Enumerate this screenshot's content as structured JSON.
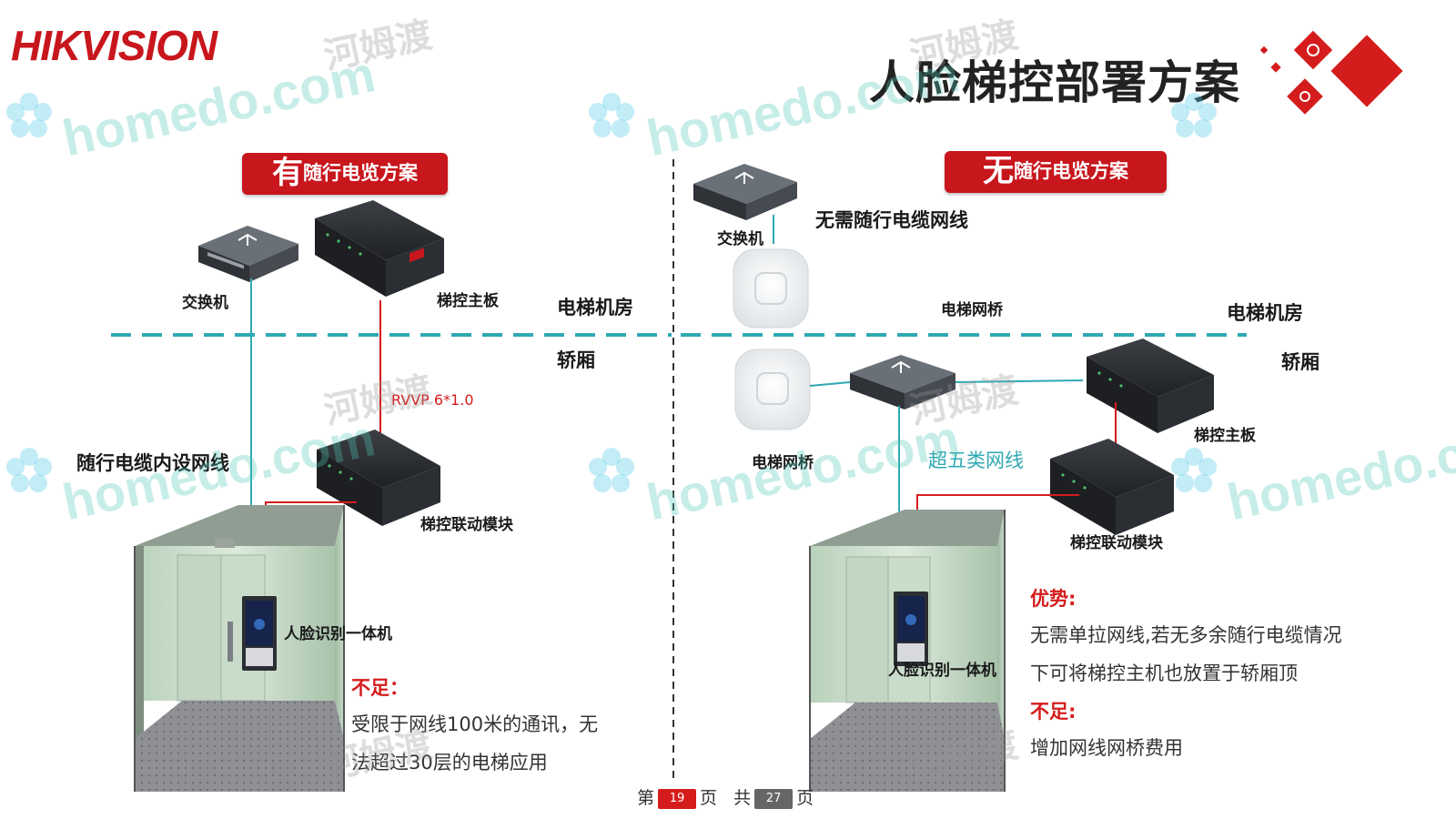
{
  "brand": {
    "logo": "HIKVISION"
  },
  "slide": {
    "title": "人脸梯控部署方案"
  },
  "left": {
    "banner_big": "有",
    "banner_small": "随行电览方案",
    "switch_label": "交换机",
    "controller_label": "梯控主板",
    "machine_room": "电梯机房",
    "car": "轿厢",
    "cable_label": "RVVP 6*1.0",
    "network_note": "随行电缆内设网线",
    "module_label": "梯控联动模块",
    "face_device_label": "人脸识别一体机",
    "drawback_title": "不足：",
    "drawback_line1": "受限于网线100米的通讯，无",
    "drawback_line2": "法超过30层的电梯应用"
  },
  "right": {
    "banner_big": "无",
    "banner_small": "随行电览方案",
    "switch_label": "交换机",
    "no_cable_note": "无需随行电缆网线",
    "bridge_top_label": "电梯网桥",
    "machine_room": "电梯机房",
    "car": "轿厢",
    "bridge_bottom_label": "电梯网桥",
    "cat5_label": "超五类网线",
    "controller_label": "梯控主板",
    "module_label": "梯控联动模块",
    "face_device_label": "人脸识别一体机",
    "advantage_title": "优势:",
    "advantage_line1": "无需单拉网线,若无多余随行电缆情况",
    "advantage_line2": "下可将梯控主机也放置于轿厢顶",
    "drawback_title": "不足:",
    "drawback_line1": "增加网线网桥费用"
  },
  "pager": {
    "prefix": "第",
    "current": "19",
    "mid1": "页",
    "mid2": "共",
    "total": "27",
    "suffix": "页"
  },
  "watermark": {
    "text": "homedo.com",
    "cn": "河姆渡"
  },
  "colors": {
    "brand_red": "#c8161d",
    "teal": "#2fa9b3",
    "accent_red": "#d51c1c"
  }
}
